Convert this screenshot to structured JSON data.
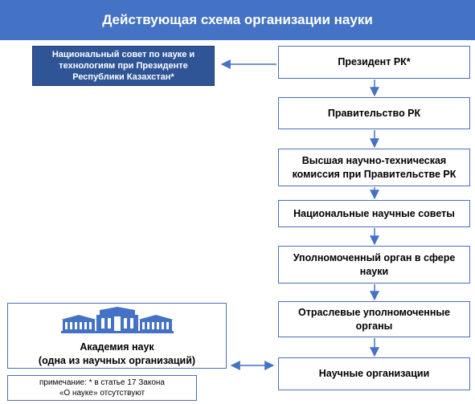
{
  "title": "Действующая схема организации науки",
  "council": [
    "Национальный совет по науке и",
    "технологиям при Президенте",
    "Республики Казахстан*"
  ],
  "chain": [
    [
      "Президент РК*"
    ],
    [
      "Правительство РК"
    ],
    [
      "Высшая научно-техническая",
      "комиссия при Правительстве РК"
    ],
    [
      "Национальные научные советы"
    ],
    [
      "Уполномоченный орган в сфере",
      "науки"
    ],
    [
      "Отраслевые уполномоченные",
      "органы"
    ],
    [
      "Научные организации"
    ]
  ],
  "academy": [
    "Академия наук",
    "(одна из научных организаций)"
  ],
  "note": [
    "примечание:  * в статье 17 Закона",
    "«О науке» отсутствуют"
  ],
  "icons": {
    "academy_building": "academy-building-icon"
  },
  "colors": {
    "title_bg": "#4472c4",
    "council_bg": "#2f5597",
    "border": "#4a6fb8",
    "arrow": "#4472c4"
  }
}
